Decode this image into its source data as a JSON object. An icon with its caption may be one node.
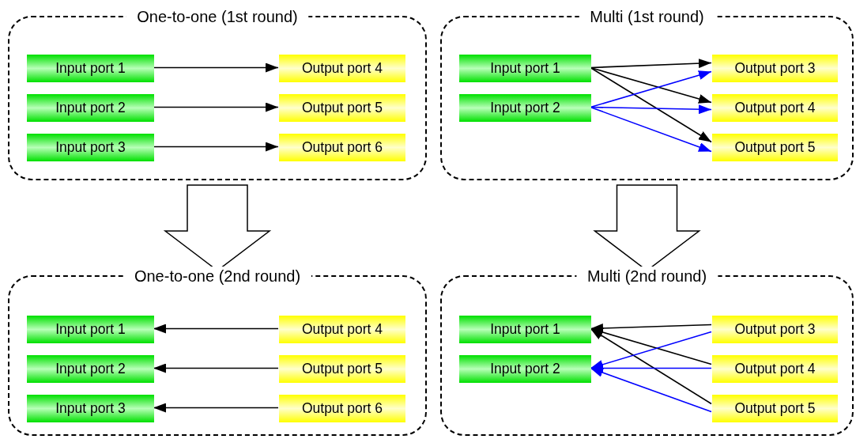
{
  "diagram": {
    "nodes": [
      {
        "text": [
          "One-to-one (1st round)"
        ]
      },
      {
        "text": [
          "Input port 1"
        ],
        "in": 0
      },
      {
        "text": [
          "Output port 4"
        ],
        "in": 0
      },
      {
        "text": [
          "Input port 2"
        ],
        "in": 0
      },
      {
        "text": [
          "Output port 5"
        ],
        "in": 0
      },
      {
        "text": [
          "Input port 3"
        ],
        "in": 0
      },
      {
        "text": [
          "Output port 6"
        ],
        "in": 0
      },
      {
        "text": [
          "Multi (1st round)"
        ]
      },
      {
        "text": [
          "Input port 1"
        ],
        "in": 7
      },
      {
        "text": [
          "Output port 3"
        ],
        "in": 7
      },
      {
        "text": [
          "Input port 2"
        ],
        "in": 7
      },
      {
        "text": [
          "Output port 4"
        ],
        "in": 7
      },
      {
        "text": [
          "Output port 5"
        ],
        "in": 7
      },
      {
        "text": [
          "One-to-one (2nd round)"
        ]
      },
      {
        "text": [
          "Input port 1"
        ],
        "in": 13
      },
      {
        "text": [
          "Output port 4"
        ],
        "in": 13
      },
      {
        "text": [
          "Input port 2"
        ],
        "in": 13
      },
      {
        "text": [
          "Output port 5"
        ],
        "in": 13
      },
      {
        "text": [
          "Input port 3"
        ],
        "in": 13
      },
      {
        "text": [
          "Output port 6"
        ],
        "in": 13
      },
      {
        "text": [
          "Multi (2nd round)"
        ]
      },
      {
        "text": [
          "Input port 1"
        ],
        "in": 20
      },
      {
        "text": [
          "Output port 3"
        ],
        "in": 20
      },
      {
        "text": [
          "Input port 2"
        ],
        "in": 20
      },
      {
        "text": [
          "Output port 4"
        ],
        "in": 20
      },
      {
        "text": [
          "Output port 5"
        ],
        "in": 20
      }
    ],
    "edges": [
      {
        "from": 1,
        "to": 2,
        "arrow": "to"
      },
      {
        "from": 3,
        "to": 4,
        "arrow": "to"
      },
      {
        "from": 5,
        "to": 6,
        "arrow": "to"
      },
      {
        "from": 8,
        "to": 9,
        "arrow": "to"
      },
      {
        "from": 8,
        "to": 11,
        "arrow": "to"
      },
      {
        "from": 8,
        "to": 12,
        "arrow": "to"
      },
      {
        "from": 10,
        "to": 9,
        "arrow": "to",
        "color": "#0000ff"
      },
      {
        "from": 10,
        "to": 11,
        "arrow": "to",
        "color": "#0000ff"
      },
      {
        "from": 10,
        "to": 12,
        "arrow": "to",
        "color": "#0000ff"
      },
      {
        "from": 15,
        "to": 14,
        "arrow": "to"
      },
      {
        "from": 17,
        "to": 16,
        "arrow": "to"
      },
      {
        "from": 19,
        "to": 18,
        "arrow": "to"
      },
      {
        "from": 22,
        "to": 21,
        "arrow": "to"
      },
      {
        "from": 24,
        "to": 21,
        "arrow": "to"
      },
      {
        "from": 25,
        "to": 21,
        "arrow": "to"
      },
      {
        "from": 22,
        "to": 23,
        "arrow": "to",
        "color": "#0000ff"
      },
      {
        "from": 24,
        "to": 23,
        "arrow": "to",
        "color": "#0000ff"
      },
      {
        "from": 25,
        "to": 23,
        "arrow": "to",
        "color": "#0000ff"
      },
      {
        "from": 0,
        "to": 13,
        "arrow": "to",
        "style": "thick"
      },
      {
        "from": 7,
        "to": 20,
        "arrow": "to",
        "style": "thick"
      }
    ]
  }
}
